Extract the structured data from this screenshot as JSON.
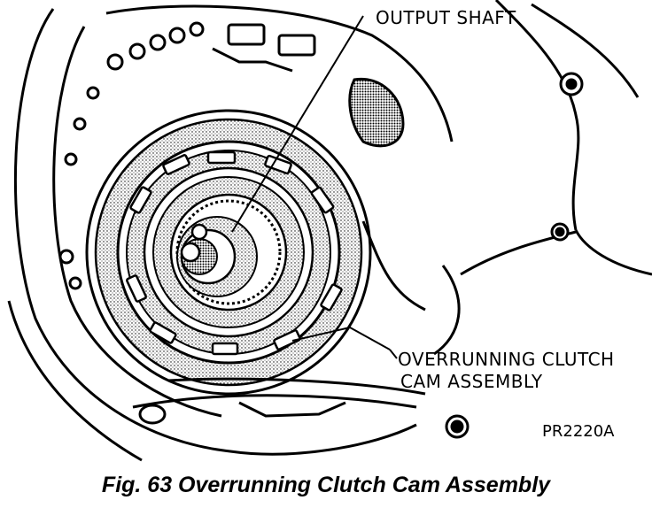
{
  "labels": {
    "output_shaft": "OUTPUT SHAFT",
    "cam_assembly_line1": "OVERRUNNING CLUTCH",
    "cam_assembly_line2": "CAM ASSEMBLY",
    "figure_code": "PR2220A"
  },
  "caption": "Fig. 63 Overrunning Clutch Cam Assembly"
}
